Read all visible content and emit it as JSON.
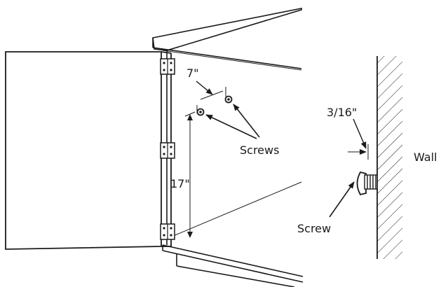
{
  "labels": {
    "spacing_7in": "7\"",
    "spacing_17in": "17\"",
    "gap_3_16in": "3/16\"",
    "screws": "Screws",
    "screw": "Screw",
    "wall": "Wall"
  },
  "colors": {
    "ink": "#1a1a1a",
    "background": "#ffffff"
  }
}
